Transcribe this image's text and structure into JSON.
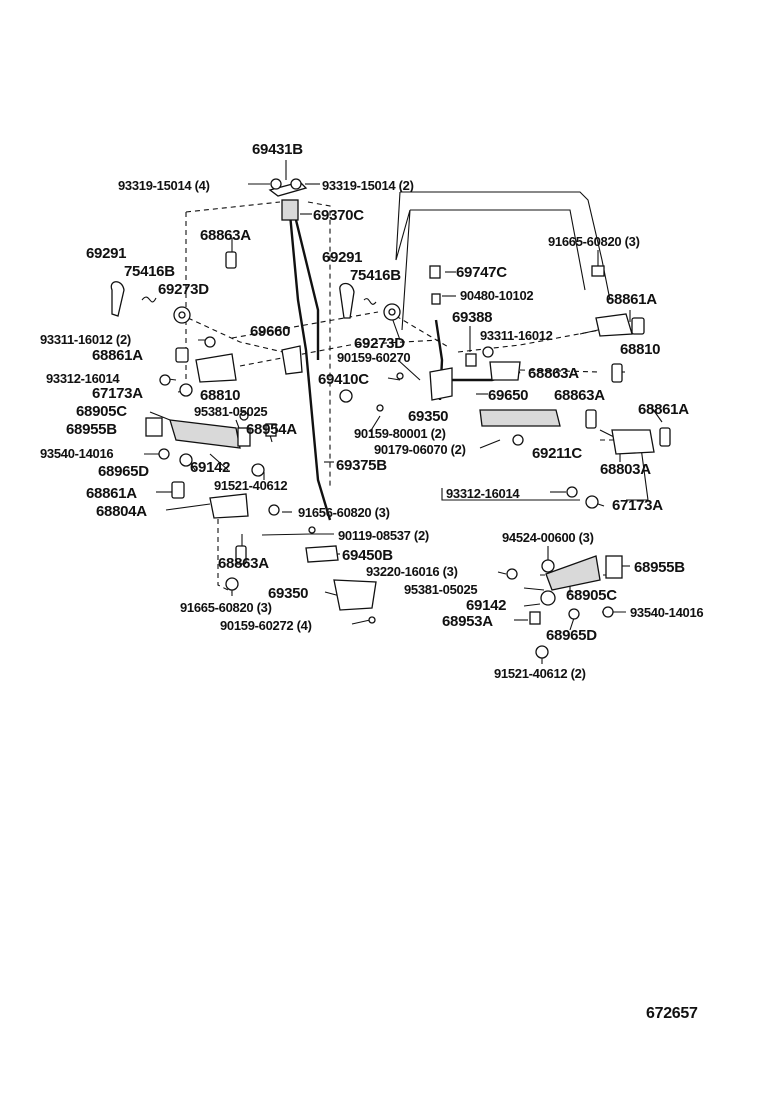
{
  "labels": {
    "l1": "69431B",
    "l2": "93319-15014 (4)",
    "l3": "93319-15014 (2)",
    "l4": "69370C",
    "l5": "68863A",
    "l6": "91665-60820 (3)",
    "l7": "69291",
    "l8": "75416B",
    "l9": "69273D",
    "l10": "69291",
    "l11": "75416B",
    "l12": "69747C",
    "l13": "90480-10102",
    "l14": "68861A",
    "l15": "93311-16012 (2)",
    "l16": "69660",
    "l17": "69388",
    "l18": "93311-16012",
    "l19": "68810",
    "l20": "68861A",
    "l21": "69273D",
    "l22": "90159-60270",
    "l23": "93312-16014",
    "l24": "68810",
    "l25": "69410C",
    "l26": "68863A",
    "l27": "67173A",
    "l28": "69650",
    "l29": "68863A",
    "l30": "68905C",
    "l31": "95381-05025",
    "l32": "69350",
    "l33": "68861A",
    "l34": "68955B",
    "l35": "68954A",
    "l36": "90159-80001 (2)",
    "l37": "90179-06070 (2)",
    "l38": "69211C",
    "l39": "93540-14016",
    "l40": "69142",
    "l41": "69375B",
    "l42": "68803A",
    "l43": "68965D",
    "l44": "91521-40612",
    "l45": "68861A",
    "l46": "93312-16014",
    "l47": "67173A",
    "l48": "68804A",
    "l49": "91656-60820 (3)",
    "l50": "90119-08537 (2)",
    "l51": "94524-00600 (3)",
    "l52": "68863A",
    "l53": "69450B",
    "l54": "93220-16016 (3)",
    "l55": "68955B",
    "l56": "69350",
    "l57": "95381-05025",
    "l58": "68905C",
    "l59": "69142",
    "l60": "93540-14016",
    "l61": "91665-60820 (3)",
    "l62": "90159-60272 (4)",
    "l63": "68953A",
    "l64": "68965D",
    "l65": "91521-40612 (2)"
  },
  "diagram_code": "672657"
}
